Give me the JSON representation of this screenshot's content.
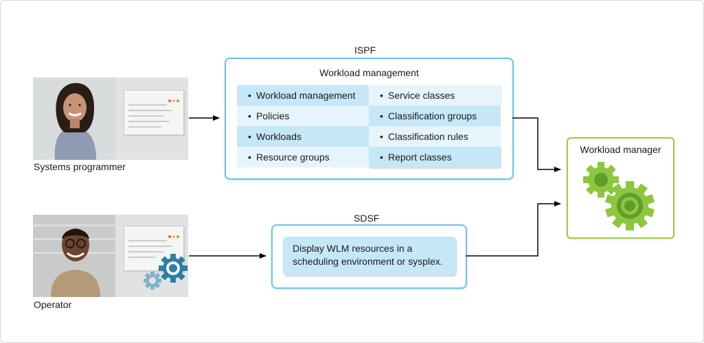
{
  "people": {
    "programmer": {
      "caption": "Systems programmer"
    },
    "operator": {
      "caption": "Operator"
    }
  },
  "ispf": {
    "label": "ISPF",
    "title": "Workload management",
    "left_items": [
      "Workload management",
      "Policies",
      "Workloads",
      "Resource groups"
    ],
    "right_items": [
      "Service classes",
      "Classification groups",
      "Classification rules",
      "Report classes"
    ]
  },
  "sdsf": {
    "label": "SDSF",
    "description_line1": "Display WLM resources in a",
    "description_line2": "scheduling environment or sysplex."
  },
  "workload_manager": {
    "title": "Workload manager"
  },
  "colors": {
    "ispf_border": "#6dc3ec",
    "cell_dark": "#c6e7f7",
    "cell_light": "#e6f4fb",
    "wm_border": "#9bcf44",
    "gear_green": "#8dc63f",
    "gear_blue": "#2d7fa6"
  },
  "icons": [
    "window-icon",
    "gear-icon",
    "gears-icon",
    "arrow-icon"
  ]
}
